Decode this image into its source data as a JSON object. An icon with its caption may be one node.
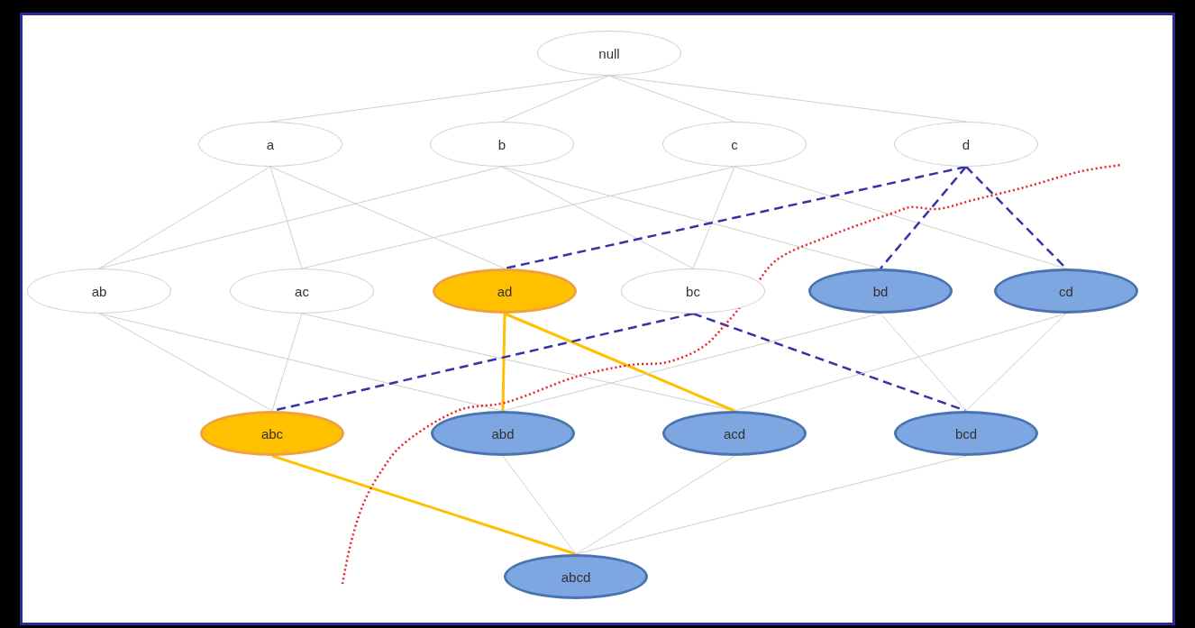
{
  "diagram": {
    "nodes": [
      {
        "text": [
          "null"
        ]
      },
      {
        "text": [
          "a"
        ]
      },
      {
        "text": [
          "b"
        ]
      },
      {
        "text": [
          "c"
        ]
      },
      {
        "text": [
          "d"
        ]
      },
      {
        "text": [
          "ab"
        ]
      },
      {
        "text": [
          "ac"
        ]
      },
      {
        "text": [
          "ad"
        ]
      },
      {
        "text": [
          "bc"
        ]
      },
      {
        "text": [
          "bd"
        ]
      },
      {
        "text": [
          "cd"
        ]
      },
      {
        "text": [
          "abc"
        ]
      },
      {
        "text": [
          "abd"
        ]
      },
      {
        "text": [
          "acd"
        ]
      },
      {
        "text": [
          "bcd"
        ]
      },
      {
        "text": [
          "abcd"
        ]
      }
    ],
    "edges": [
      {
        "from": 0,
        "to": 1,
        "arrow": "none"
      },
      {
        "from": 0,
        "to": 2,
        "arrow": "none"
      },
      {
        "from": 0,
        "to": 3,
        "arrow": "none"
      },
      {
        "from": 0,
        "to": 4,
        "arrow": "none"
      },
      {
        "from": 1,
        "to": 5,
        "arrow": "none"
      },
      {
        "from": 1,
        "to": 6,
        "arrow": "none"
      },
      {
        "from": 1,
        "to": 7,
        "arrow": "none"
      },
      {
        "from": 2,
        "to": 5,
        "arrow": "none"
      },
      {
        "from": 2,
        "to": 8,
        "arrow": "none"
      },
      {
        "from": 2,
        "to": 9,
        "arrow": "none"
      },
      {
        "from": 3,
        "to": 6,
        "arrow": "none"
      },
      {
        "from": 3,
        "to": 8,
        "arrow": "none"
      },
      {
        "from": 3,
        "to": 10,
        "arrow": "none"
      },
      {
        "from": 4,
        "to": 7,
        "arrow": "none",
        "style": "dashed",
        "color": "#3333aa"
      },
      {
        "from": 4,
        "to": 9,
        "arrow": "none",
        "style": "dashed",
        "color": "#3333aa"
      },
      {
        "from": 4,
        "to": 10,
        "arrow": "none",
        "style": "dashed",
        "color": "#3333aa"
      },
      {
        "from": 5,
        "to": 11,
        "arrow": "none"
      },
      {
        "from": 5,
        "to": 12,
        "arrow": "none"
      },
      {
        "from": 6,
        "to": 11,
        "arrow": "none"
      },
      {
        "from": 6,
        "to": 13,
        "arrow": "none"
      },
      {
        "from": 7,
        "to": 12,
        "arrow": "none",
        "style": "thick",
        "color": "#ffc000"
      },
      {
        "from": 7,
        "to": 13,
        "arrow": "none",
        "style": "thick",
        "color": "#ffc000"
      },
      {
        "from": 8,
        "to": 11,
        "arrow": "none",
        "style": "dashed",
        "color": "#3333aa"
      },
      {
        "from": 8,
        "to": 14,
        "arrow": "none",
        "style": "dashed",
        "color": "#3333aa"
      },
      {
        "from": 9,
        "to": 12,
        "arrow": "none"
      },
      {
        "from": 9,
        "to": 14,
        "arrow": "none"
      },
      {
        "from": 10,
        "to": 13,
        "arrow": "none"
      },
      {
        "from": 10,
        "to": 14,
        "arrow": "none"
      },
      {
        "from": 11,
        "to": 15,
        "arrow": "none",
        "style": "thick",
        "color": "#ffc000"
      },
      {
        "from": 12,
        "to": 15,
        "arrow": "none"
      },
      {
        "from": 13,
        "to": 15,
        "arrow": "none"
      },
      {
        "from": 14,
        "to": 15,
        "arrow": "none"
      }
    ]
  }
}
